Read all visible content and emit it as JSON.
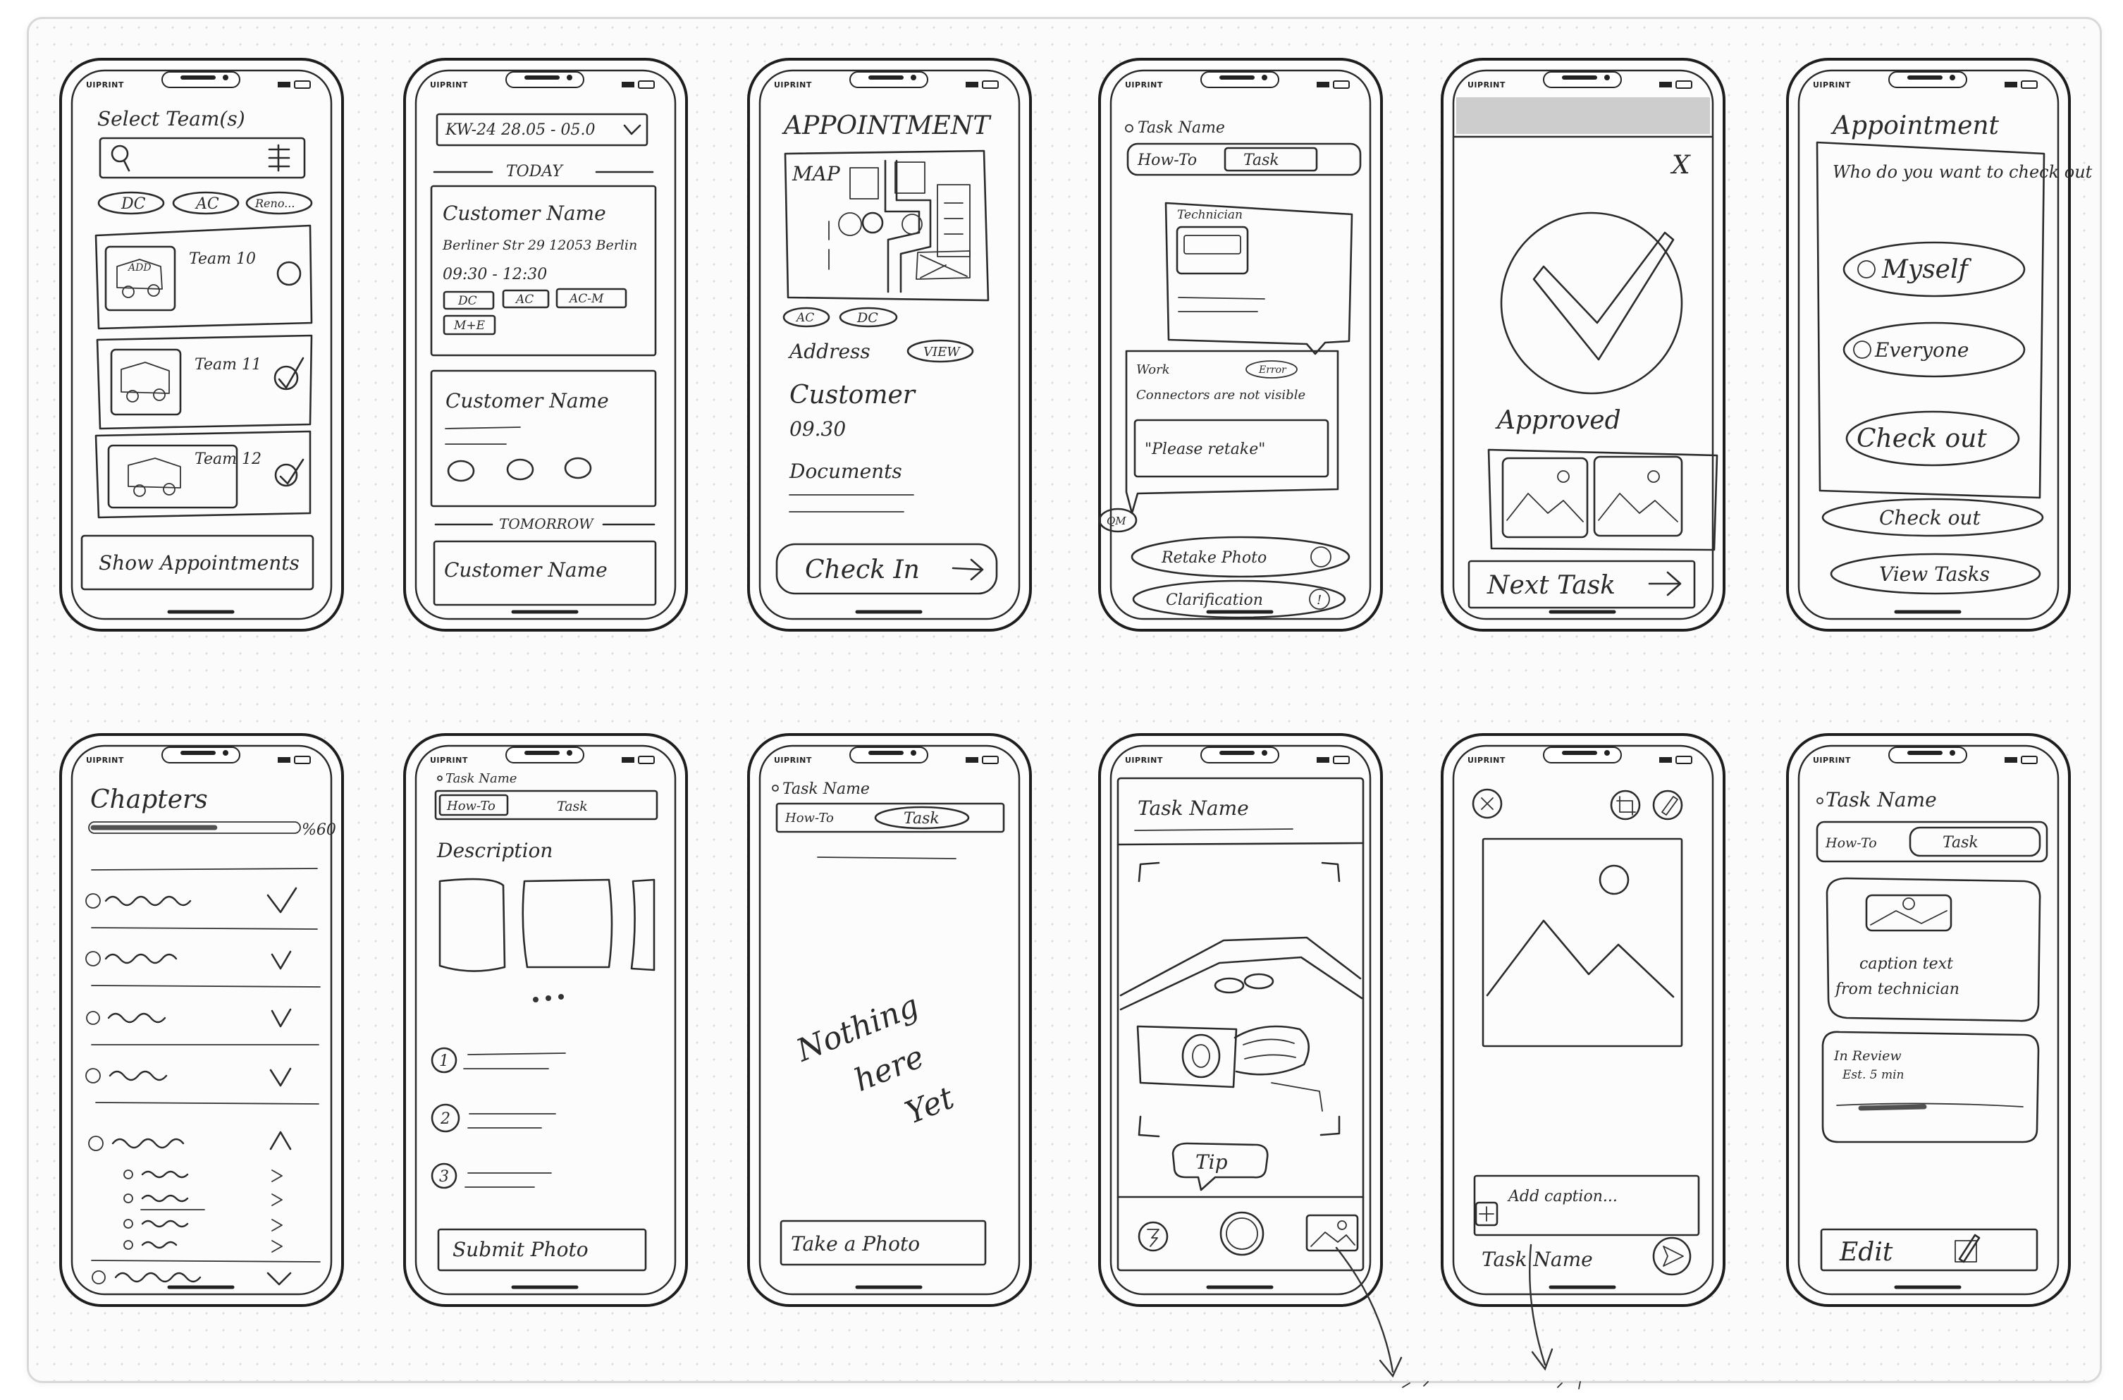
{
  "board": {
    "brand_label": "UIPRINT",
    "screens": [
      {
        "id": "select-team",
        "heading": "Select Team(s)",
        "chips": [
          "DC",
          "AC",
          "Reno..."
        ],
        "teams": [
          "Team 10",
          "Team 11",
          "Team 12"
        ],
        "car_label": "ADD",
        "action": "Show Appointments"
      },
      {
        "id": "appointments-list",
        "week": "KW-24 28.05 - 05.0",
        "today_label": "TODAY",
        "tomorrow_label": "TOMORROW",
        "customer_name": "Customer Name",
        "address": "Berliner Str 29 12053 Berlin",
        "time": "09:30 - 12:30",
        "tags": [
          "DC",
          "AC",
          "AC-M",
          "M+E"
        ]
      },
      {
        "id": "appointment-detail",
        "title": "APPOINTMENT",
        "map_label": "MAP",
        "tags": [
          "AC",
          "DC"
        ],
        "address_label": "Address",
        "view_label": "VIEW",
        "customer_label": "Customer",
        "time": "09.30",
        "documents_label": "Documents",
        "action": "Check In"
      },
      {
        "id": "task-review",
        "task_name": "Task Name",
        "tabs": [
          "How-To",
          "Task"
        ],
        "technician_label": "Technician",
        "review_label": "Work",
        "status_badge": "Error",
        "error_text": "Connectors are not visible",
        "retake_text": "\"Please retake\"",
        "qm_label": "QM",
        "retake_action": "Retake Photo",
        "clarification_action": "Clarification"
      },
      {
        "id": "approved",
        "close_symbol": "X",
        "status_text": "Approved",
        "action": "Next Task"
      },
      {
        "id": "checkout",
        "title": "Appointment",
        "question": "Who do you want to check out",
        "options": [
          "Myself",
          "Everyone"
        ],
        "primary_action": "Check out",
        "secondary_actions": [
          "Check out",
          "View Tasks"
        ]
      },
      {
        "id": "chapters",
        "title": "Chapters",
        "progress": "%60",
        "progress_fraction": 0.6
      },
      {
        "id": "task-description",
        "task_name": "Task Name",
        "tabs": [
          "How-To",
          "Task"
        ],
        "description_label": "Description",
        "steps": [
          "1",
          "2",
          "3"
        ],
        "action": "Submit Photo"
      },
      {
        "id": "task-empty",
        "task_name": "Task Name",
        "tabs": [
          "How-To",
          "Task"
        ],
        "empty_lines": [
          "Nothing",
          "here",
          "Yet"
        ],
        "action": "Take a Photo"
      },
      {
        "id": "camera",
        "task_name": "Task Name",
        "tip_label": "Tip"
      },
      {
        "id": "photo-caption",
        "caption_placeholder": "Add caption...",
        "task_name": "Task Name"
      },
      {
        "id": "task-in-review",
        "task_name": "Task Name",
        "tabs": [
          "How-To",
          "Task"
        ],
        "caption_text_1": "caption text",
        "caption_text_2": "from technician",
        "review_status": "In Review",
        "eta": "Est. 5 min",
        "action": "Edit"
      }
    ]
  }
}
